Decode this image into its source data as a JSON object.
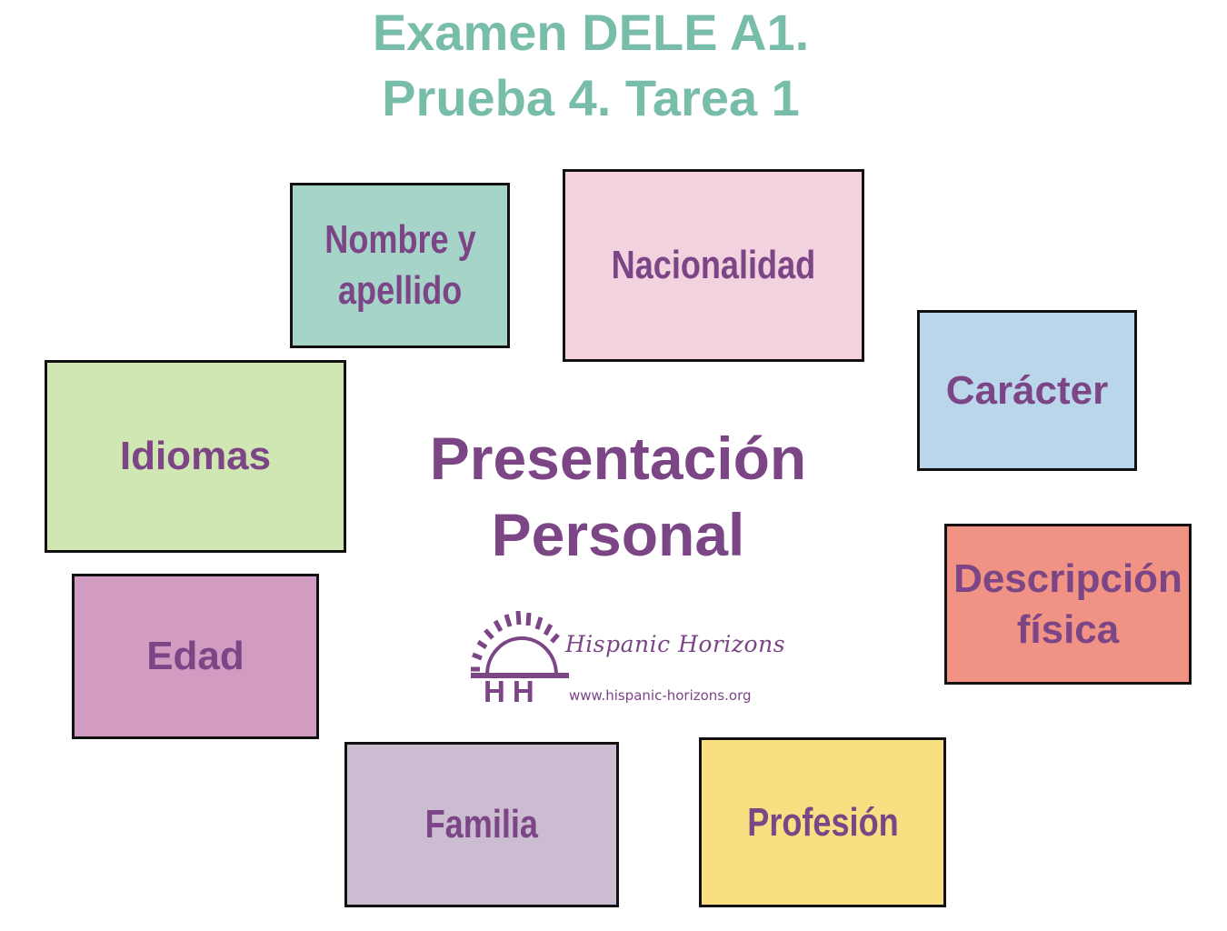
{
  "header": {
    "title_line1": "Examen DELE A1.",
    "title_line2": "Prueba 4. Tarea 1"
  },
  "center": {
    "line1": "Presentación",
    "line2": "Personal"
  },
  "topics": [
    {
      "id": "nombre",
      "line1": "Nombre y",
      "line2": "apellido",
      "color": "#a7d4c9"
    },
    {
      "id": "nacionalidad",
      "line1": "Nacionalidad",
      "color": "#f2d2de"
    },
    {
      "id": "caracter",
      "line1": "Carácter",
      "color": "#bad6eb"
    },
    {
      "id": "idiomas",
      "line1": "Idiomas",
      "color": "#d0e6b3"
    },
    {
      "id": "descripcion",
      "line1": "Descripción",
      "line2": "física",
      "color": "#f09384"
    },
    {
      "id": "edad",
      "line1": "Edad",
      "color": "#d19bc2"
    },
    {
      "id": "familia",
      "line1": "Familia",
      "color": "#cbbcd1"
    },
    {
      "id": "profesion",
      "line1": "Profesión",
      "color": "#f8df82"
    }
  ],
  "logo": {
    "name": "Hispanic Horizons",
    "initials": "HH",
    "url": "www.hispanic-horizons.org",
    "icon": "sun-rising-icon"
  },
  "colors": {
    "title": "#78bcaa",
    "text": "#7b4586",
    "border": "#111111"
  }
}
